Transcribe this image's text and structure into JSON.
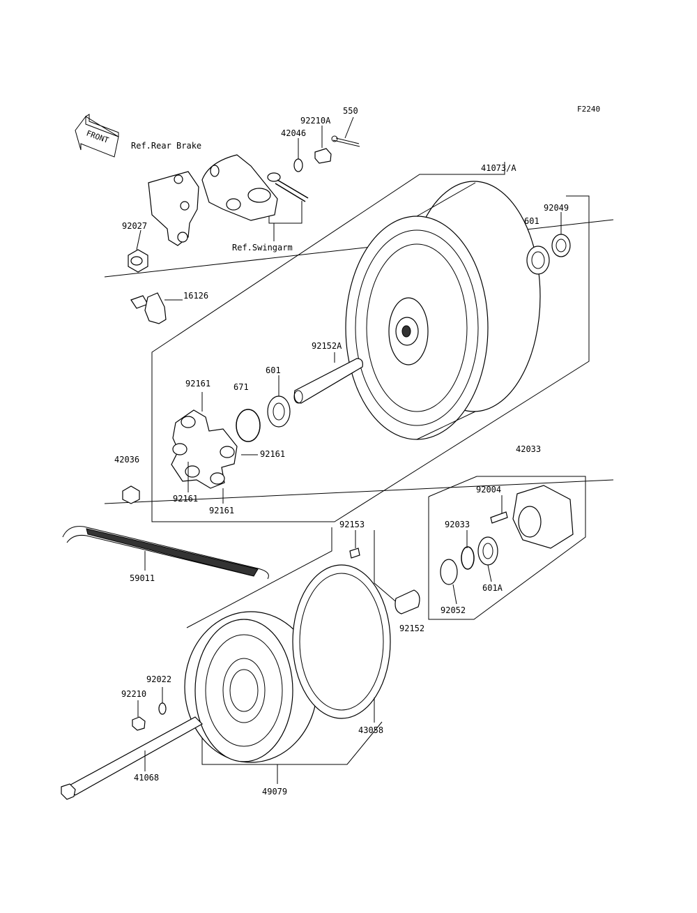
{
  "figure_code": "F2240",
  "front_label": "FRONT",
  "refs": {
    "rear_brake": "Ref.Rear Brake",
    "swingarm": "Ref.Swingarm"
  },
  "parts": [
    {
      "id": "550",
      "label": "550"
    },
    {
      "id": "92210A",
      "label": "92210A"
    },
    {
      "id": "42046",
      "label": "42046"
    },
    {
      "id": "41073A",
      "label": "41073/A"
    },
    {
      "id": "92049",
      "label": "92049"
    },
    {
      "id": "601_top",
      "label": "601"
    },
    {
      "id": "92027",
      "label": "92027"
    },
    {
      "id": "16126",
      "label": "16126"
    },
    {
      "id": "92152A",
      "label": "92152A"
    },
    {
      "id": "92161_a",
      "label": "92161"
    },
    {
      "id": "671",
      "label": "671"
    },
    {
      "id": "601_mid",
      "label": "601"
    },
    {
      "id": "42036",
      "label": "42036"
    },
    {
      "id": "92161_b",
      "label": "92161"
    },
    {
      "id": "92161_c",
      "label": "92161"
    },
    {
      "id": "92161_d",
      "label": "92161"
    },
    {
      "id": "42033",
      "label": "42033"
    },
    {
      "id": "92004",
      "label": "92004"
    },
    {
      "id": "92033",
      "label": "92033"
    },
    {
      "id": "92153",
      "label": "92153"
    },
    {
      "id": "59011",
      "label": "59011"
    },
    {
      "id": "601A",
      "label": "601A"
    },
    {
      "id": "92052",
      "label": "92052"
    },
    {
      "id": "92152",
      "label": "92152"
    },
    {
      "id": "92022",
      "label": "92022"
    },
    {
      "id": "92210",
      "label": "92210"
    },
    {
      "id": "43058",
      "label": "43058"
    },
    {
      "id": "41068",
      "label": "41068"
    },
    {
      "id": "49079",
      "label": "49079"
    }
  ]
}
